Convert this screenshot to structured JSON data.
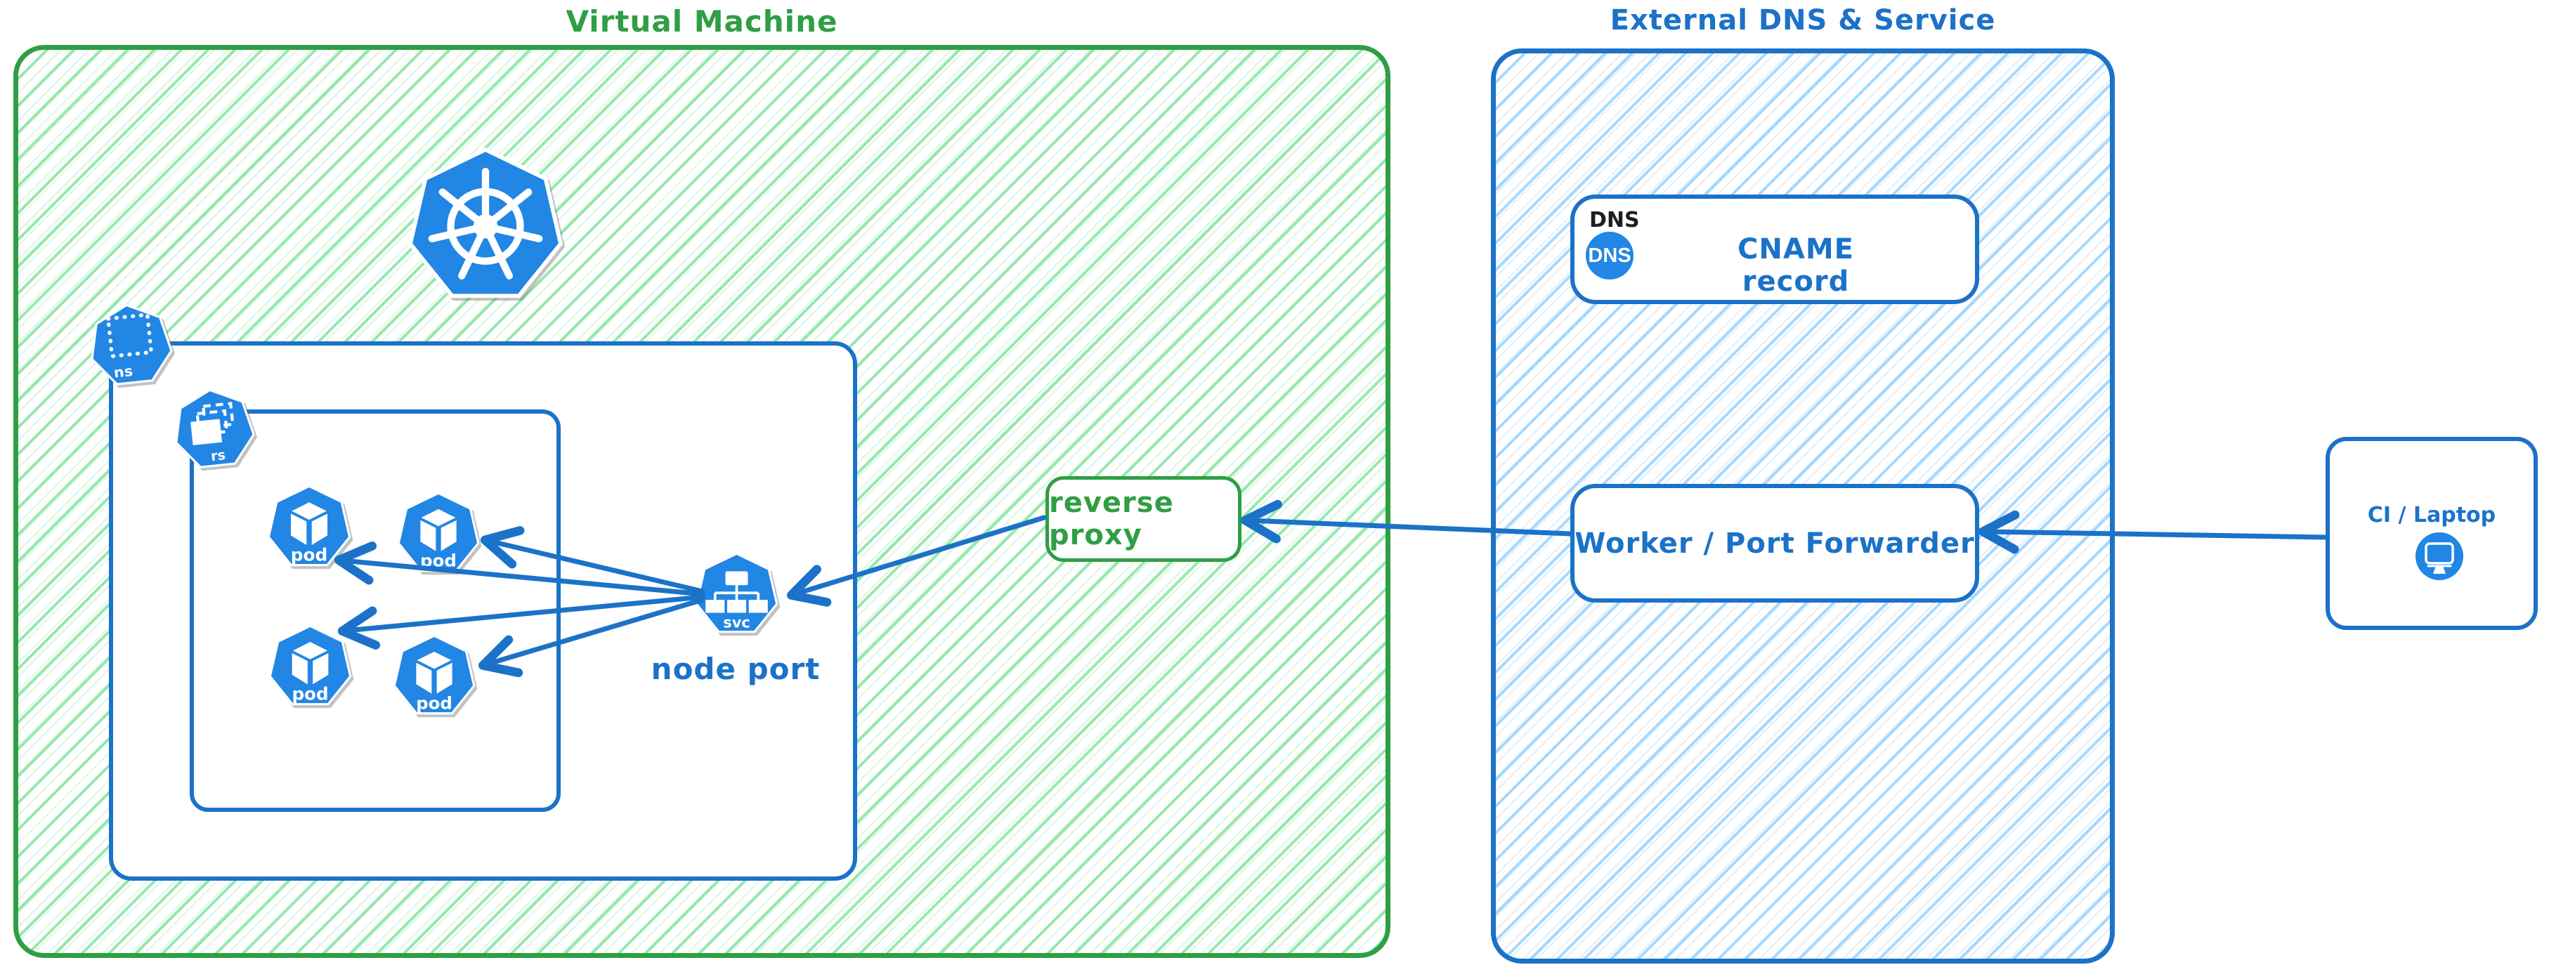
{
  "colors": {
    "green_stroke": "#2f9e44",
    "green_hatch": "#93e9ab",
    "blue_stroke": "#1b72c8",
    "blue_hatch": "#a5d8ff",
    "icon_blue": "#2186e4",
    "text_black": "#1e1e1e"
  },
  "vm": {
    "title": "Virtual Machine",
    "node_port_label": "node port",
    "reverse_proxy_label": "reverse proxy"
  },
  "k8s_icons": {
    "namespace": "ns",
    "replicaset": "rs",
    "pod": "pod",
    "service": "svc"
  },
  "external": {
    "title": "External DNS & Service",
    "dns_card": {
      "heading": "DNS",
      "badge": "DNS",
      "record_label": "CNAME record"
    },
    "worker_label": "Worker / Port Forwarder"
  },
  "client": {
    "label": "CI / Laptop"
  }
}
